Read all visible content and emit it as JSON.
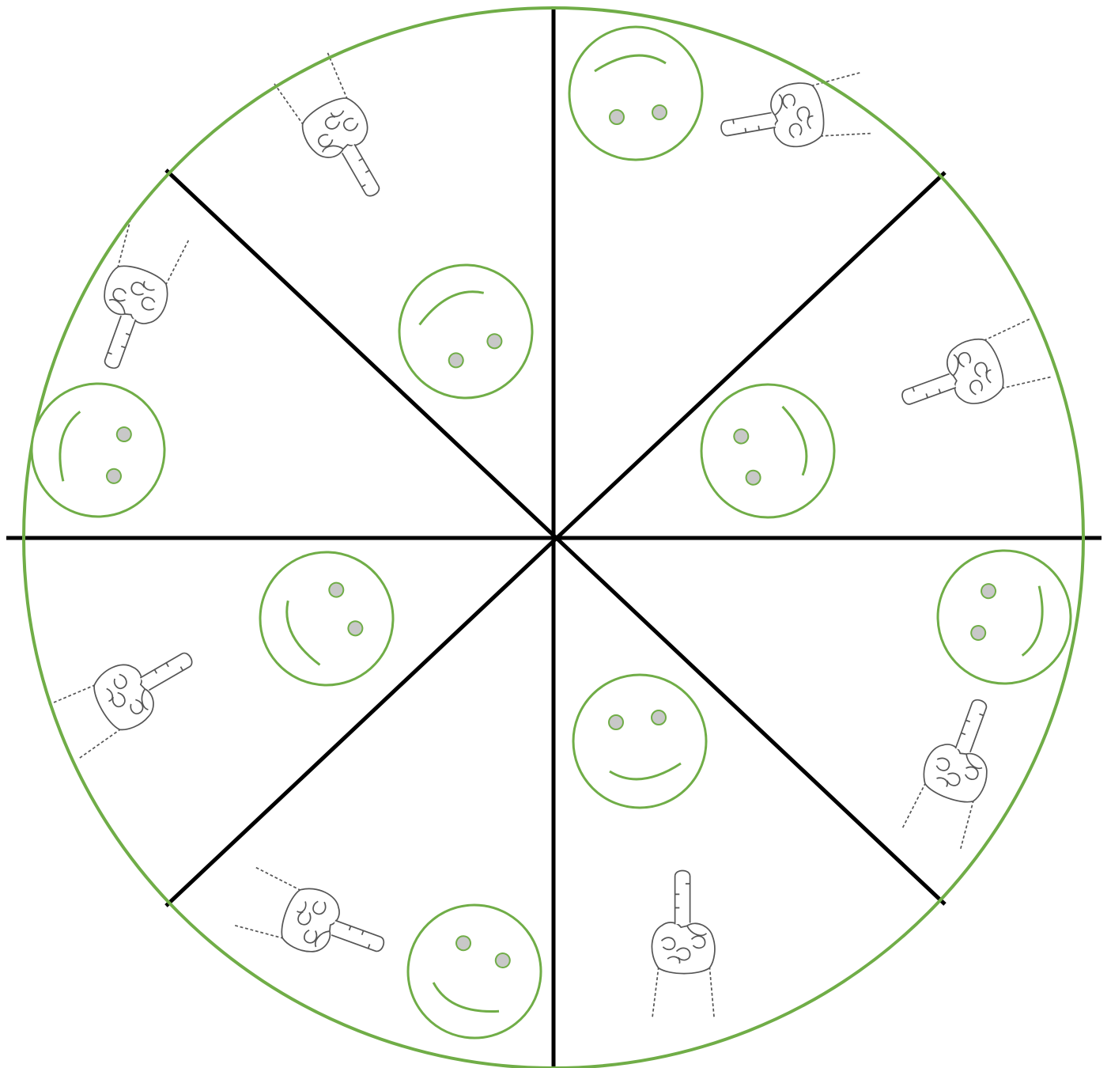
{
  "diagram": {
    "kind": "activity wheel",
    "segment_count": 8,
    "colors": {
      "rim": "#70ad47",
      "divider": "#000000",
      "face_stroke": "#70ad47",
      "eye_fill": "#c8c8c8",
      "hand_stroke": "#555555",
      "background": "#ffffff"
    },
    "segments": [
      {
        "id": "segment-1",
        "icons": [
          "smiley-icon",
          "pointing-hand-icon"
        ]
      },
      {
        "id": "segment-2",
        "icons": [
          "smiley-icon",
          "pointing-hand-icon"
        ]
      },
      {
        "id": "segment-3",
        "icons": [
          "smiley-icon",
          "pointing-hand-icon"
        ]
      },
      {
        "id": "segment-4",
        "icons": [
          "smiley-icon",
          "pointing-hand-icon"
        ]
      },
      {
        "id": "segment-5",
        "icons": [
          "smiley-icon",
          "pointing-hand-icon"
        ]
      },
      {
        "id": "segment-6",
        "icons": [
          "smiley-icon",
          "pointing-hand-icon"
        ]
      },
      {
        "id": "segment-7",
        "icons": [
          "smiley-icon",
          "pointing-hand-icon"
        ]
      },
      {
        "id": "segment-8",
        "icons": [
          "smiley-icon",
          "pointing-hand-icon"
        ]
      }
    ]
  }
}
